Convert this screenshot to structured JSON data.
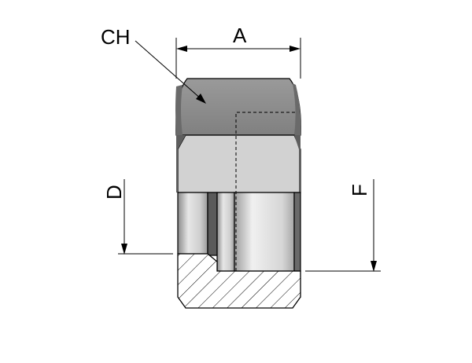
{
  "labels": {
    "ch": "CH",
    "a": "A",
    "d": "D",
    "f": "F"
  },
  "colors": {
    "outline": "#000000",
    "hex_top": "#8a8a8a",
    "hex_dark": "#6e6e6e",
    "cone": "#d3d3d3",
    "bore_light": "#ebebeb",
    "bore_mid": "#b8b8b8",
    "bore_dark": "#7a7a7a",
    "section": "#ffffff"
  }
}
